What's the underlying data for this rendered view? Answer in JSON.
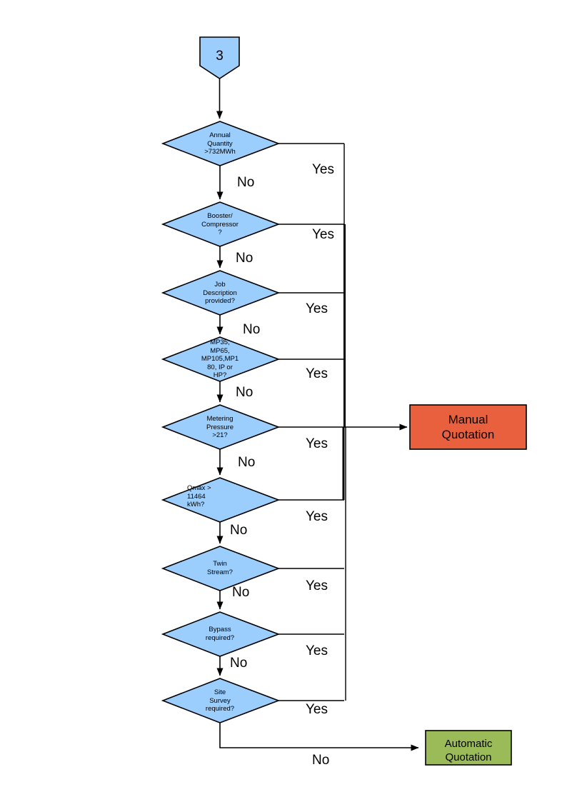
{
  "diagram": {
    "title": "Gas Connection Quotation Routing Flowchart",
    "type": "flowchart",
    "colors": {
      "decision_fill": "#9BCDFD",
      "start_fill": "#9BCDFD",
      "manual_fill": "#E8603E",
      "automatic_fill": "#9BBB59",
      "stroke": "#000000",
      "background": "#FFFFFF"
    },
    "start": {
      "shape": "pentagon-connector",
      "label": "3"
    },
    "decisions": [
      {
        "id": "annual-quantity",
        "lines": [
          "Annual",
          "Quantity",
          ">732MWh"
        ],
        "yes_label": "Yes",
        "no_label": "No"
      },
      {
        "id": "booster-compressor",
        "lines": [
          "Booster/",
          "Compressor",
          "?"
        ],
        "yes_label": "Yes",
        "no_label": "No"
      },
      {
        "id": "job-description",
        "lines": [
          "Job",
          "Description",
          "provided?"
        ],
        "yes_label": "Yes",
        "no_label": "No"
      },
      {
        "id": "meter-type",
        "lines": [
          "MP35,",
          "MP65,",
          "MP105,MP1",
          "80, IP or",
          "HP?"
        ],
        "yes_label": "Yes",
        "no_label": "No"
      },
      {
        "id": "metering-pressure",
        "lines": [
          "Metering",
          "Pressure",
          ">21?"
        ],
        "yes_label": "Yes",
        "no_label": "No"
      },
      {
        "id": "qmax",
        "lines": [
          "Qmax >",
          "11464",
          "kWh?"
        ],
        "yes_label": "Yes",
        "no_label": "No"
      },
      {
        "id": "twin-stream",
        "lines": [
          "Twin",
          "Stream?"
        ],
        "yes_label": "Yes",
        "no_label": "No"
      },
      {
        "id": "bypass",
        "lines": [
          "Bypass",
          "required?"
        ],
        "yes_label": "Yes",
        "no_label": "No"
      },
      {
        "id": "site-survey",
        "lines": [
          "Site",
          "Survey",
          "required?"
        ],
        "yes_label": "Yes",
        "no_label": "No"
      }
    ],
    "outcomes": {
      "manual": {
        "lines": [
          "Manual",
          "Quotation"
        ]
      },
      "automatic": {
        "lines": [
          "Automatic",
          "Quotation"
        ]
      }
    },
    "final_no_label": "No"
  }
}
